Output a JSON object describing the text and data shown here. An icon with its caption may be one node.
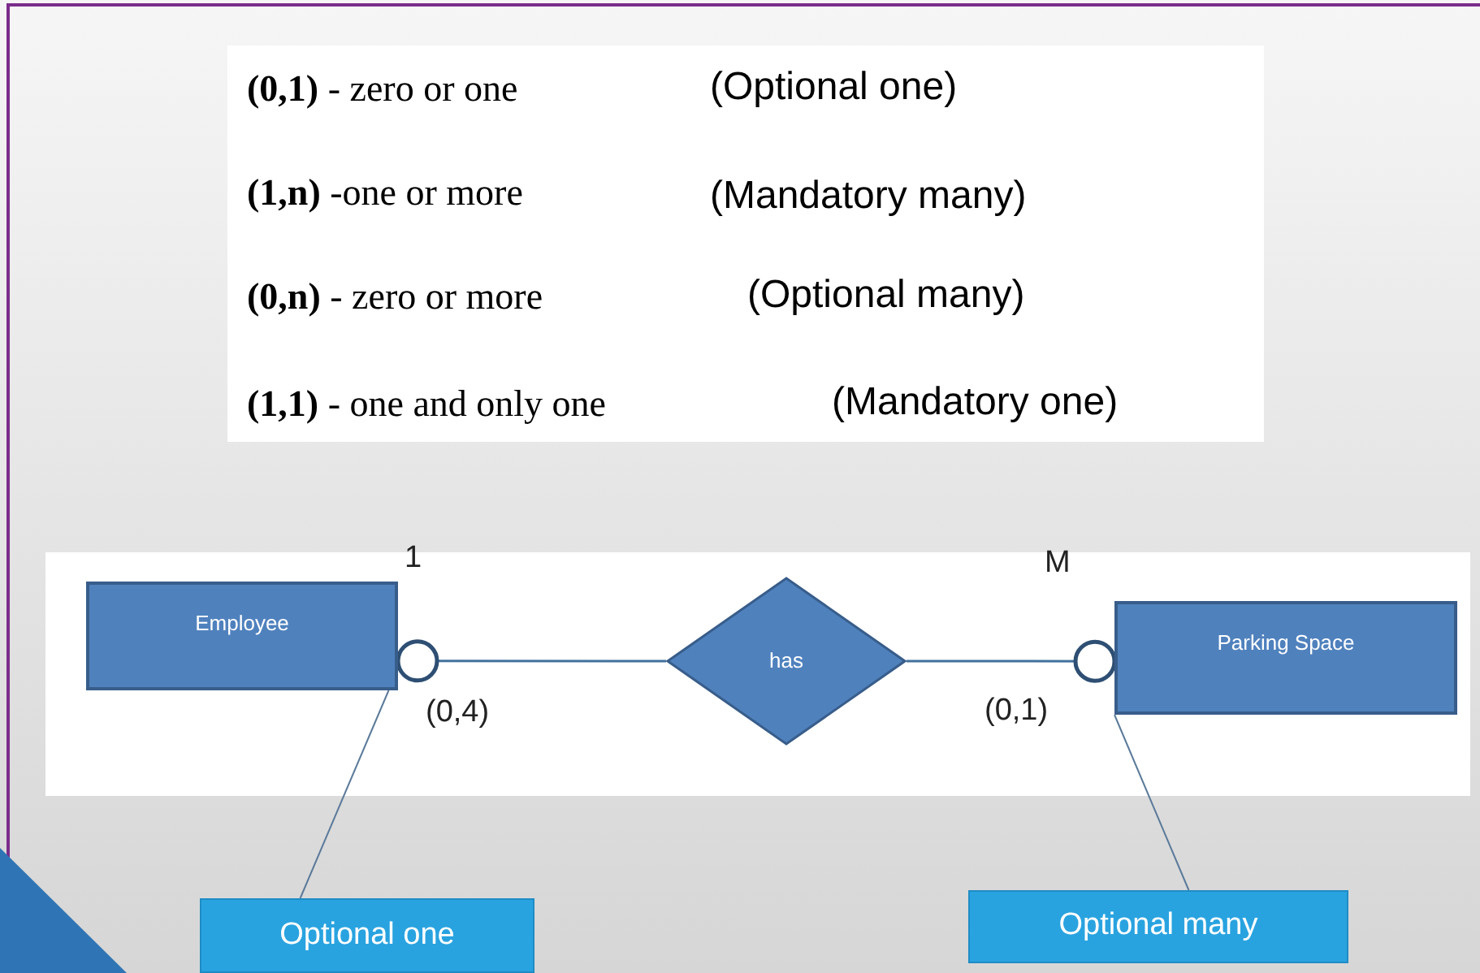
{
  "diagram": {
    "nodes": [
      {
        "text": [
          "Employee"
        ]
      },
      {
        "text": [
          "has"
        ]
      },
      {
        "text": [
          "Parking Space"
        ]
      },
      {
        "text": [
          "Optional one"
        ]
      },
      {
        "text": [
          "Optional many"
        ]
      }
    ],
    "edges": [
      {
        "from": 1,
        "to": 0,
        "arrow": "other"
      },
      {
        "from": 1,
        "to": 2,
        "arrow": "other"
      },
      {
        "from": 3,
        "to": 0,
        "arrow": "none"
      },
      {
        "from": 4,
        "to": 2,
        "arrow": "none"
      }
    ],
    "labels": [
      "**(0,1)** - zero or one",
      "(Optional one)",
      "**(1,n)** -one or more",
      "(Mandatory many)",
      "**(0,n)** - zero or more",
      "(Optional many)",
      "**(1,1)** - one and only one",
      "(Mandatory one)",
      "1",
      "M",
      "(0,4)",
      "(0,1)"
    ]
  }
}
